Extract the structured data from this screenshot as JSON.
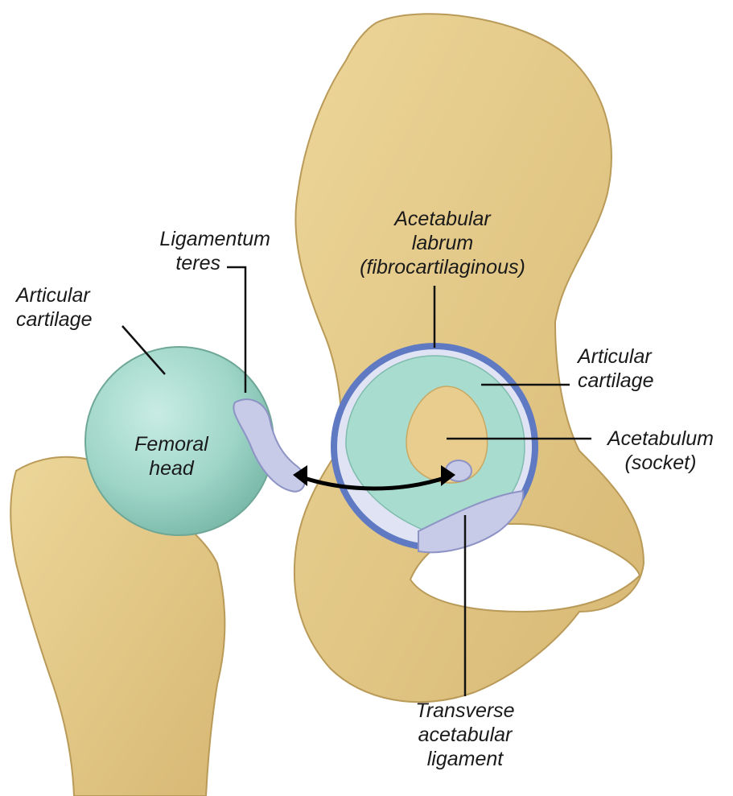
{
  "labels": {
    "ligamentum_teres": [
      "Ligamentum",
      "teres"
    ],
    "articular_cartilage_left": [
      "Articular",
      "cartilage"
    ],
    "femoral_head": [
      "Femoral",
      "head"
    ],
    "acetabular_labrum": [
      "Acetabular",
      "labrum",
      "(fibrocartilaginous)"
    ],
    "articular_cartilage_right": [
      "Articular",
      "cartilage"
    ],
    "acetabulum": [
      "Acetabulum",
      "(socket)"
    ],
    "transverse_ligament": [
      "Transverse",
      "acetabular",
      "ligament"
    ]
  },
  "colors": {
    "bone": "#e6cc8c",
    "bone_shadow": "#c9a862",
    "cartilage": "#a8dccf",
    "labrum": "#5f79c2",
    "ligament": "#c7cbe8",
    "leader": "#111111"
  }
}
